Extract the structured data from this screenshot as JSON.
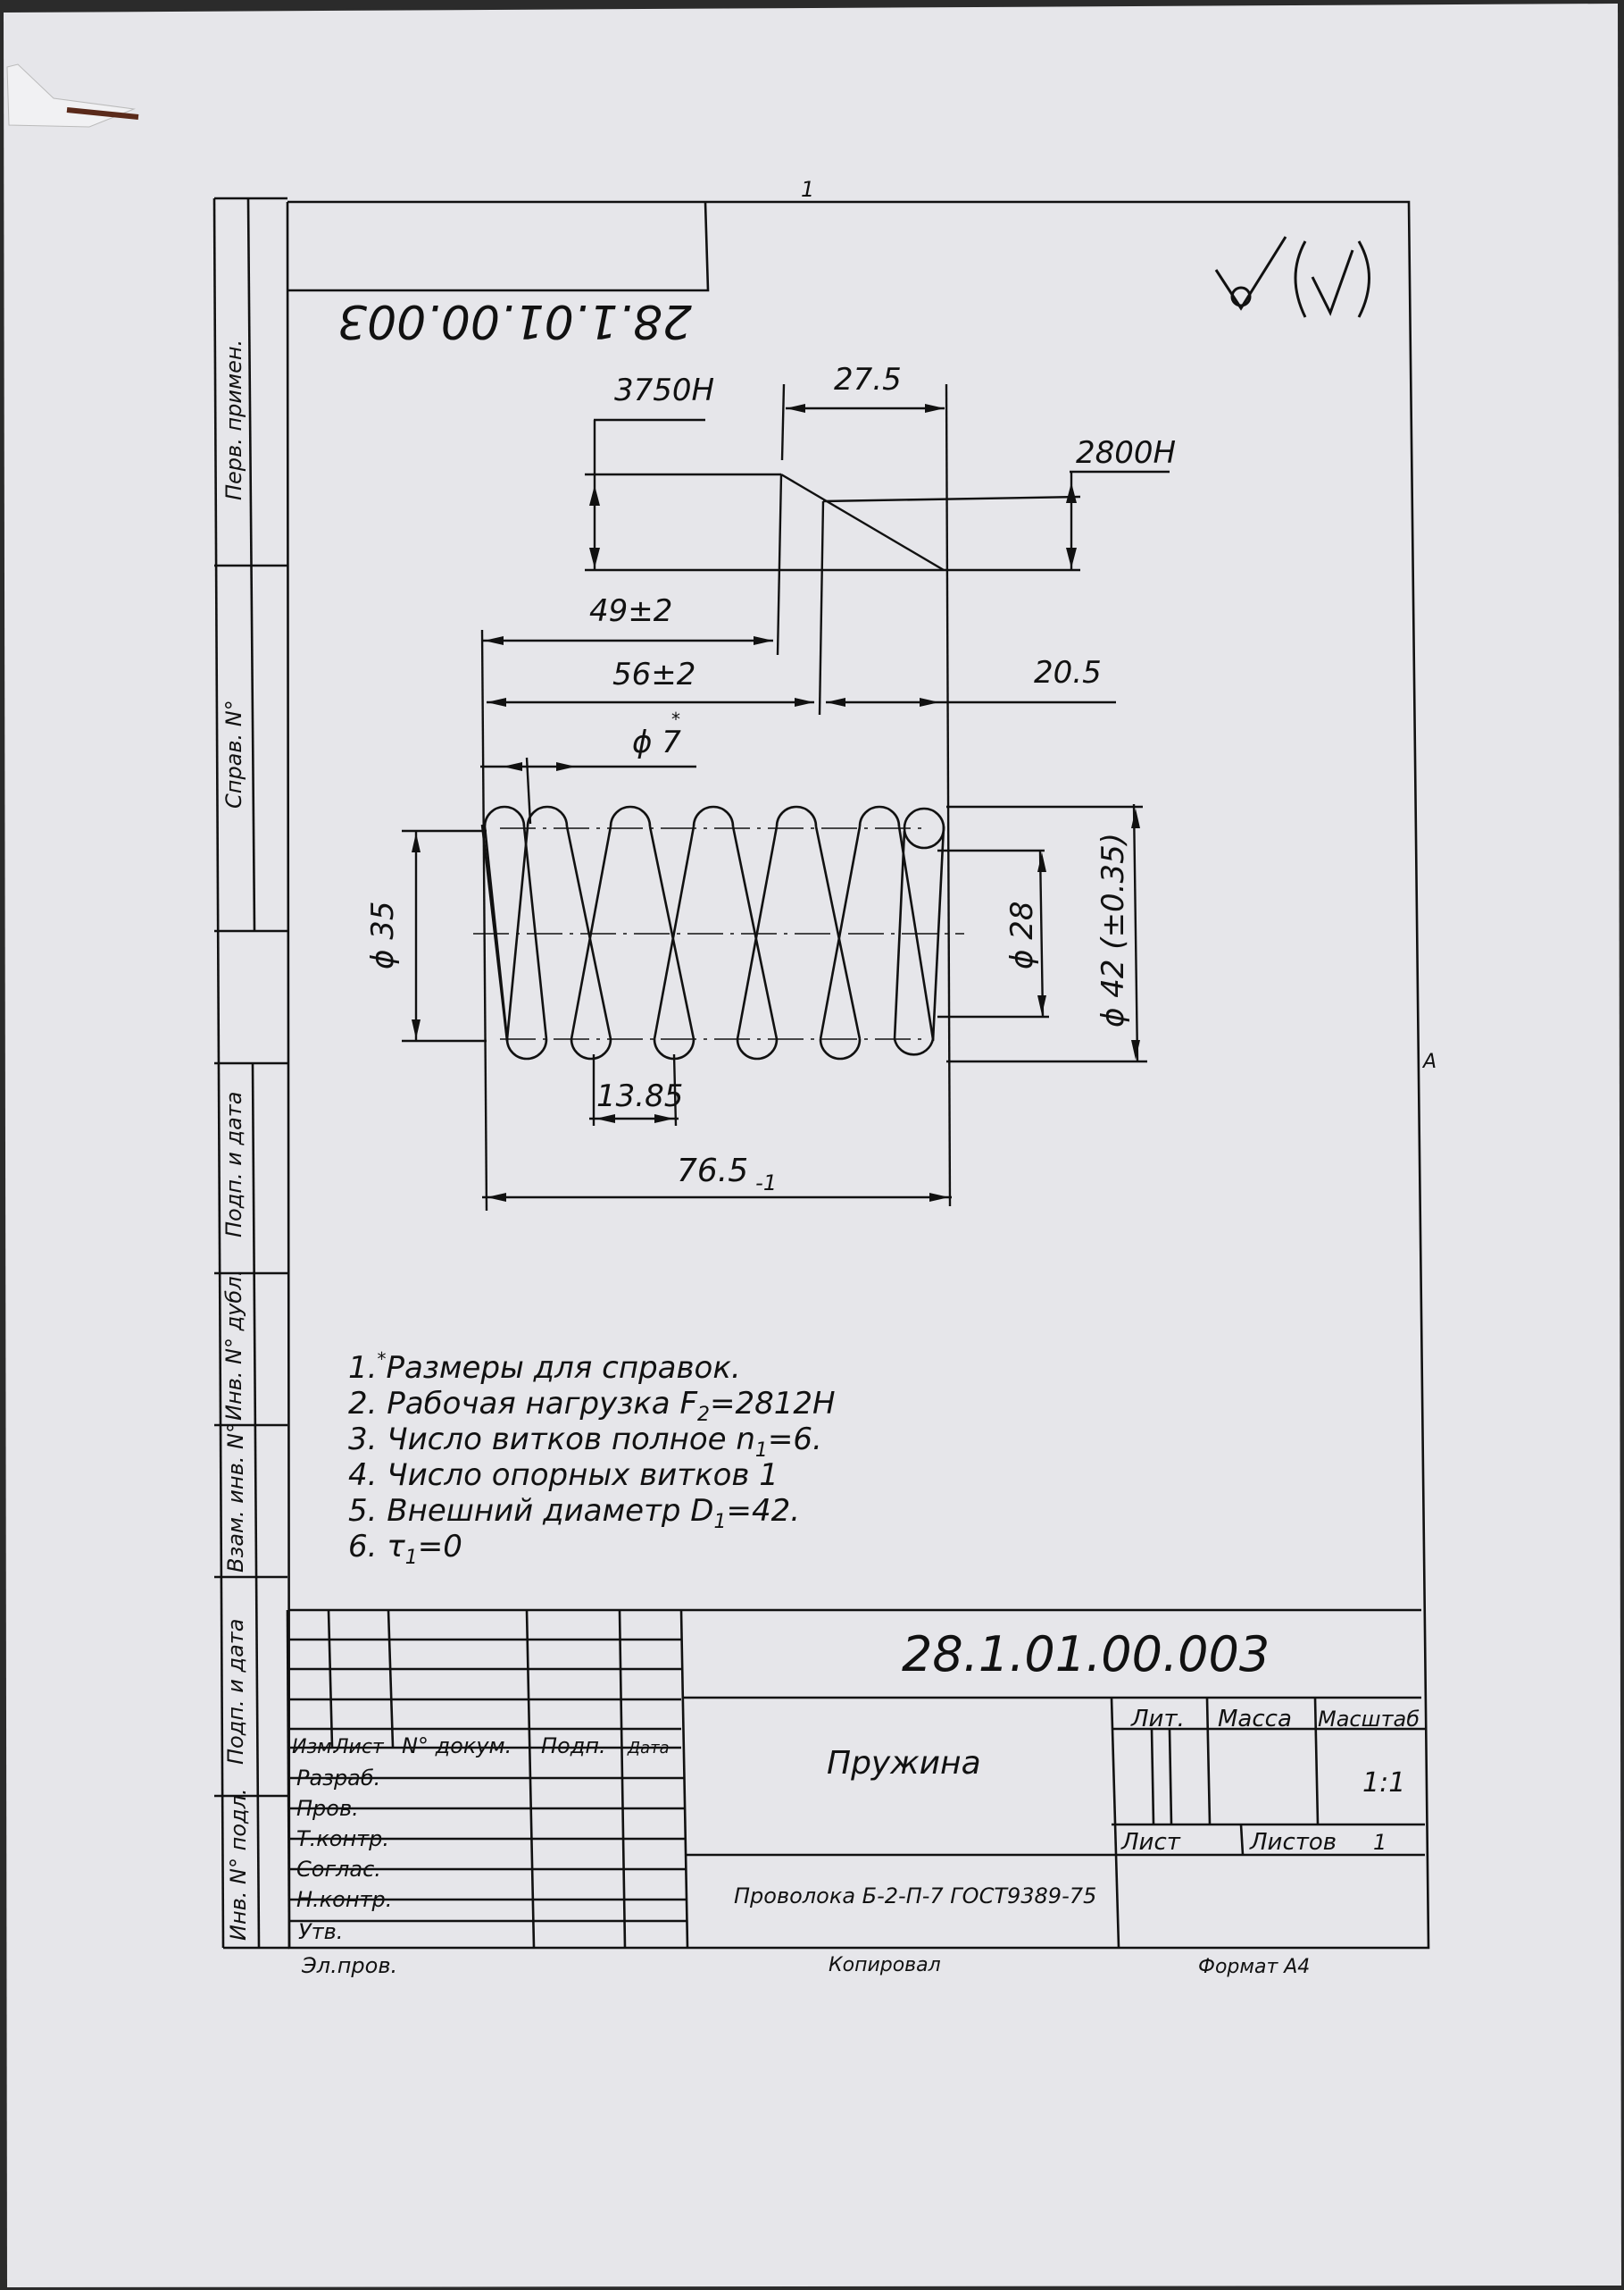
{
  "page_number": "1",
  "mirrored_code": "28.1.01.00.003",
  "roughness_mark": "√(√)",
  "side_mark": "A",
  "dimensions": {
    "force1": "3750Н",
    "force2": "2800Н",
    "stroke": "27.5",
    "len_f1": "49±2",
    "len_f2": "56±2",
    "len_free_part": "20.5",
    "wire_d": "ϕ 7",
    "wire_d_star": "*",
    "inner_d": "ϕ 35",
    "d28": "ϕ 28",
    "outer_d": "ϕ 42 (±0.35)",
    "pitch": "13.85",
    "free_length": "76.5",
    "free_length_tol": "-1"
  },
  "notes": [
    {
      "num": "1.",
      "text": "Размеры для справок.",
      "star": "*"
    },
    {
      "num": "2.",
      "text": "Рабочая нагрузка F",
      "sub": "2",
      "tail": "=2812Н"
    },
    {
      "num": "3.",
      "text": "Число витков полное n",
      "sub": "1",
      "tail": "=6."
    },
    {
      "num": "4.",
      "text": "Число опорных витков 1"
    },
    {
      "num": "5.",
      "text": "Внешний диаметр D",
      "sub": "1",
      "tail": "=42."
    },
    {
      "num": "6.",
      "text": "τ",
      "sub": "1",
      "tail": "=0"
    }
  ],
  "side_strip": {
    "perv_primen": "Перв. примен.",
    "sprav_no": "Справ. N°",
    "podp_data_1": "Подп. и дата",
    "inv_dubl": "Инв. N° дубл.",
    "vzam_inv": "Взам. инв. N°",
    "podp_data_2": "Подп. и дата",
    "inv_podl": "Инв. N° подл."
  },
  "title_block": {
    "designation": "28.1.01.00.003",
    "name": "Пружина",
    "material": "Проволока  Б-2-П-7 ГОСТ9389-75",
    "col_izm": "Изм.",
    "col_list": "Лист",
    "col_dokum": "N° докум.",
    "col_podp": "Подп.",
    "col_data": "Дата",
    "row_razrab": "Разраб.",
    "row_prov": "Пров.",
    "row_tkontr": "Т.контр.",
    "row_soglas": "Соглас.",
    "row_nkontr": "Н.контр.",
    "row_utv": "Утв.",
    "lit": "Лит.",
    "massa": "Масса",
    "masshtab": "Масштаб",
    "scale_value": "1:1",
    "sheet_label": "Лист",
    "sheets_label": "Листов",
    "sheets_count": "1"
  },
  "footer": {
    "el_prov": "Эл.пров.",
    "kopiroval": "Копировал",
    "format": "Формат  А4"
  }
}
